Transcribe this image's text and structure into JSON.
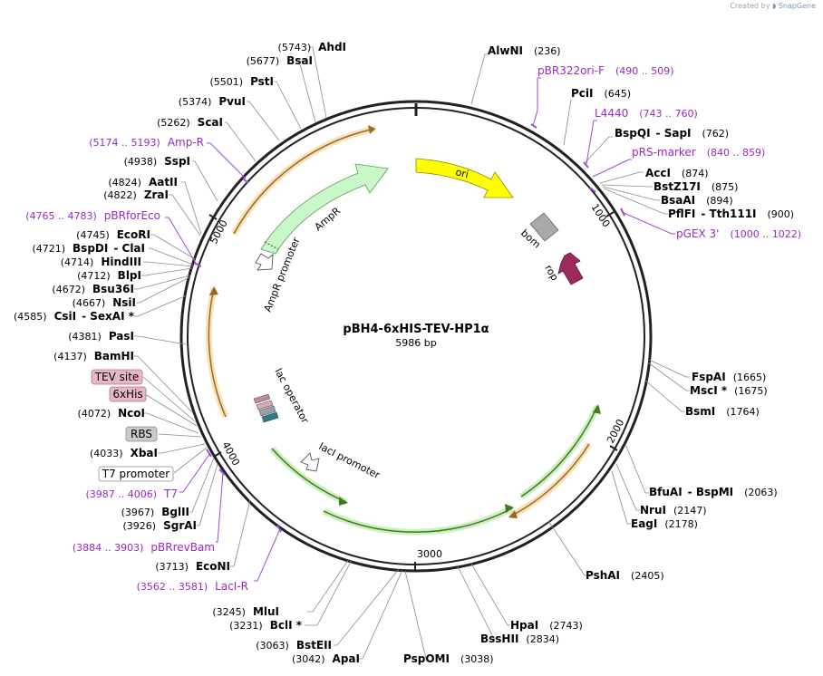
{
  "brand": {
    "created_by": "Created by",
    "app": "SnapGene"
  },
  "plasmid": {
    "name": "pBH4-6xHIS-TEV-HP1α",
    "length_label": "5986 bp",
    "length_bp": 5986
  },
  "ticks": [
    {
      "label": "1000",
      "bp": 1000
    },
    {
      "label": "2000",
      "bp": 2000
    },
    {
      "label": "3000",
      "bp": 3000
    },
    {
      "label": "4000",
      "bp": 4000
    },
    {
      "label": "5000",
      "bp": 5000
    }
  ],
  "enzymes_right": [
    {
      "name": "AlwNI",
      "pos": "(236)"
    },
    {
      "name": "PciI",
      "pos": "(645)"
    },
    {
      "name": "BspQI",
      "name2": "SapI",
      "pos": "(762)"
    },
    {
      "name": "AccI",
      "pos": "(874)"
    },
    {
      "name": "BstZ17I",
      "pos": "(875)"
    },
    {
      "name": "BsaAI",
      "pos": "(894)"
    },
    {
      "name": "PflFI",
      "name2": "Tth111I",
      "pos": "(900)"
    },
    {
      "name": "FspAI",
      "pos": "(1665)"
    },
    {
      "name": "MscI *",
      "pos": "(1675)"
    },
    {
      "name": "BsmI",
      "pos": "(1764)"
    },
    {
      "name": "BfuAI",
      "name2": "BspMI",
      "pos": "(2063)"
    },
    {
      "name": "NruI",
      "pos": "(2147)"
    },
    {
      "name": "EagI",
      "pos": "(2178)"
    },
    {
      "name": "PshAI",
      "pos": "(2405)"
    },
    {
      "name": "HpaI",
      "pos": "(2743)"
    },
    {
      "name": "BssHII",
      "pos": "(2834)"
    },
    {
      "name": "PspOMI",
      "pos": "(3038)"
    }
  ],
  "enzymes_left": [
    {
      "name": "AhdI",
      "pos": "(5743)"
    },
    {
      "name": "BsaI",
      "pos": "(5677)"
    },
    {
      "name": "PstI",
      "pos": "(5501)"
    },
    {
      "name": "PvuI",
      "pos": "(5374)"
    },
    {
      "name": "ScaI",
      "pos": "(5262)"
    },
    {
      "name": "SspI",
      "pos": "(4938)"
    },
    {
      "name": "AatII",
      "pos": "(4824)"
    },
    {
      "name": "ZraI",
      "pos": "(4822)"
    },
    {
      "name": "EcoRI",
      "pos": "(4745)"
    },
    {
      "name": "BspDI",
      "name2": "ClaI",
      "pos": "(4721)"
    },
    {
      "name": "HindIII",
      "pos": "(4714)"
    },
    {
      "name": "BlpI",
      "pos": "(4712)"
    },
    {
      "name": "Bsu36I",
      "pos": "(4672)"
    },
    {
      "name": "NsiI",
      "pos": "(4667)"
    },
    {
      "name": "CsiI",
      "name2": "SexAI *",
      "pos": "(4585)"
    },
    {
      "name": "PasI",
      "pos": "(4381)"
    },
    {
      "name": "BamHI",
      "pos": "(4137)"
    },
    {
      "name": "NcoI",
      "pos": "(4072)"
    },
    {
      "name": "XbaI",
      "pos": "(4033)"
    },
    {
      "name": "BglII",
      "pos": "(3967)"
    },
    {
      "name": "SgrAI",
      "pos": "(3926)"
    },
    {
      "name": "EcoNI",
      "pos": "(3713)"
    },
    {
      "name": "MluI",
      "pos": "(3245)"
    },
    {
      "name": "BclI *",
      "pos": "(3231)"
    },
    {
      "name": "BstEII",
      "pos": "(3063)"
    },
    {
      "name": "ApaI",
      "pos": "(3042)"
    }
  ],
  "primers": [
    {
      "name": "pBR322ori-F",
      "range": "(490 .. 509)"
    },
    {
      "name": "L4440",
      "range": "(743 .. 760)"
    },
    {
      "name": "pRS-marker",
      "range": "(840 .. 859)"
    },
    {
      "name": "pGEX 3'",
      "range": "(1000 .. 1022)"
    },
    {
      "name": "Amp-R",
      "range": "(5174 .. 5193)"
    },
    {
      "name": "pBRforEco",
      "range": "(4765 .. 4783)"
    },
    {
      "name": "T7",
      "range": "(3987 .. 4006)"
    },
    {
      "name": "pBRrevBam",
      "range": "(3884 .. 3903)"
    },
    {
      "name": "LacI-R",
      "range": "(3562 .. 3581)"
    }
  ],
  "boxed_features": [
    {
      "name": "TEV site",
      "color": "#e8b7c4"
    },
    {
      "name": "6xHis",
      "color": "#e8b7c4"
    },
    {
      "name": "RBS",
      "color": "#c8cacc"
    },
    {
      "name": "T7 promoter",
      "color": "#ffffff"
    }
  ],
  "inner_features": [
    {
      "name": "ori",
      "color": "#ffff00"
    },
    {
      "name": "bom",
      "color": "#a9a9a9"
    },
    {
      "name": "rop",
      "color": "#9e2a5c"
    },
    {
      "name": "AmpR",
      "color": "#c8f7c8"
    },
    {
      "name": "AmpR promoter",
      "color": "#ffffff"
    },
    {
      "name": "lac operator",
      "color": "#ffffff"
    },
    {
      "name": "lacI promoter",
      "color": "#ffffff"
    }
  ],
  "colors": {
    "backbone": "#222222",
    "primer": "#9a28c8",
    "orf_orange": "#e8a33a",
    "orf_green": "#5aa63a"
  }
}
